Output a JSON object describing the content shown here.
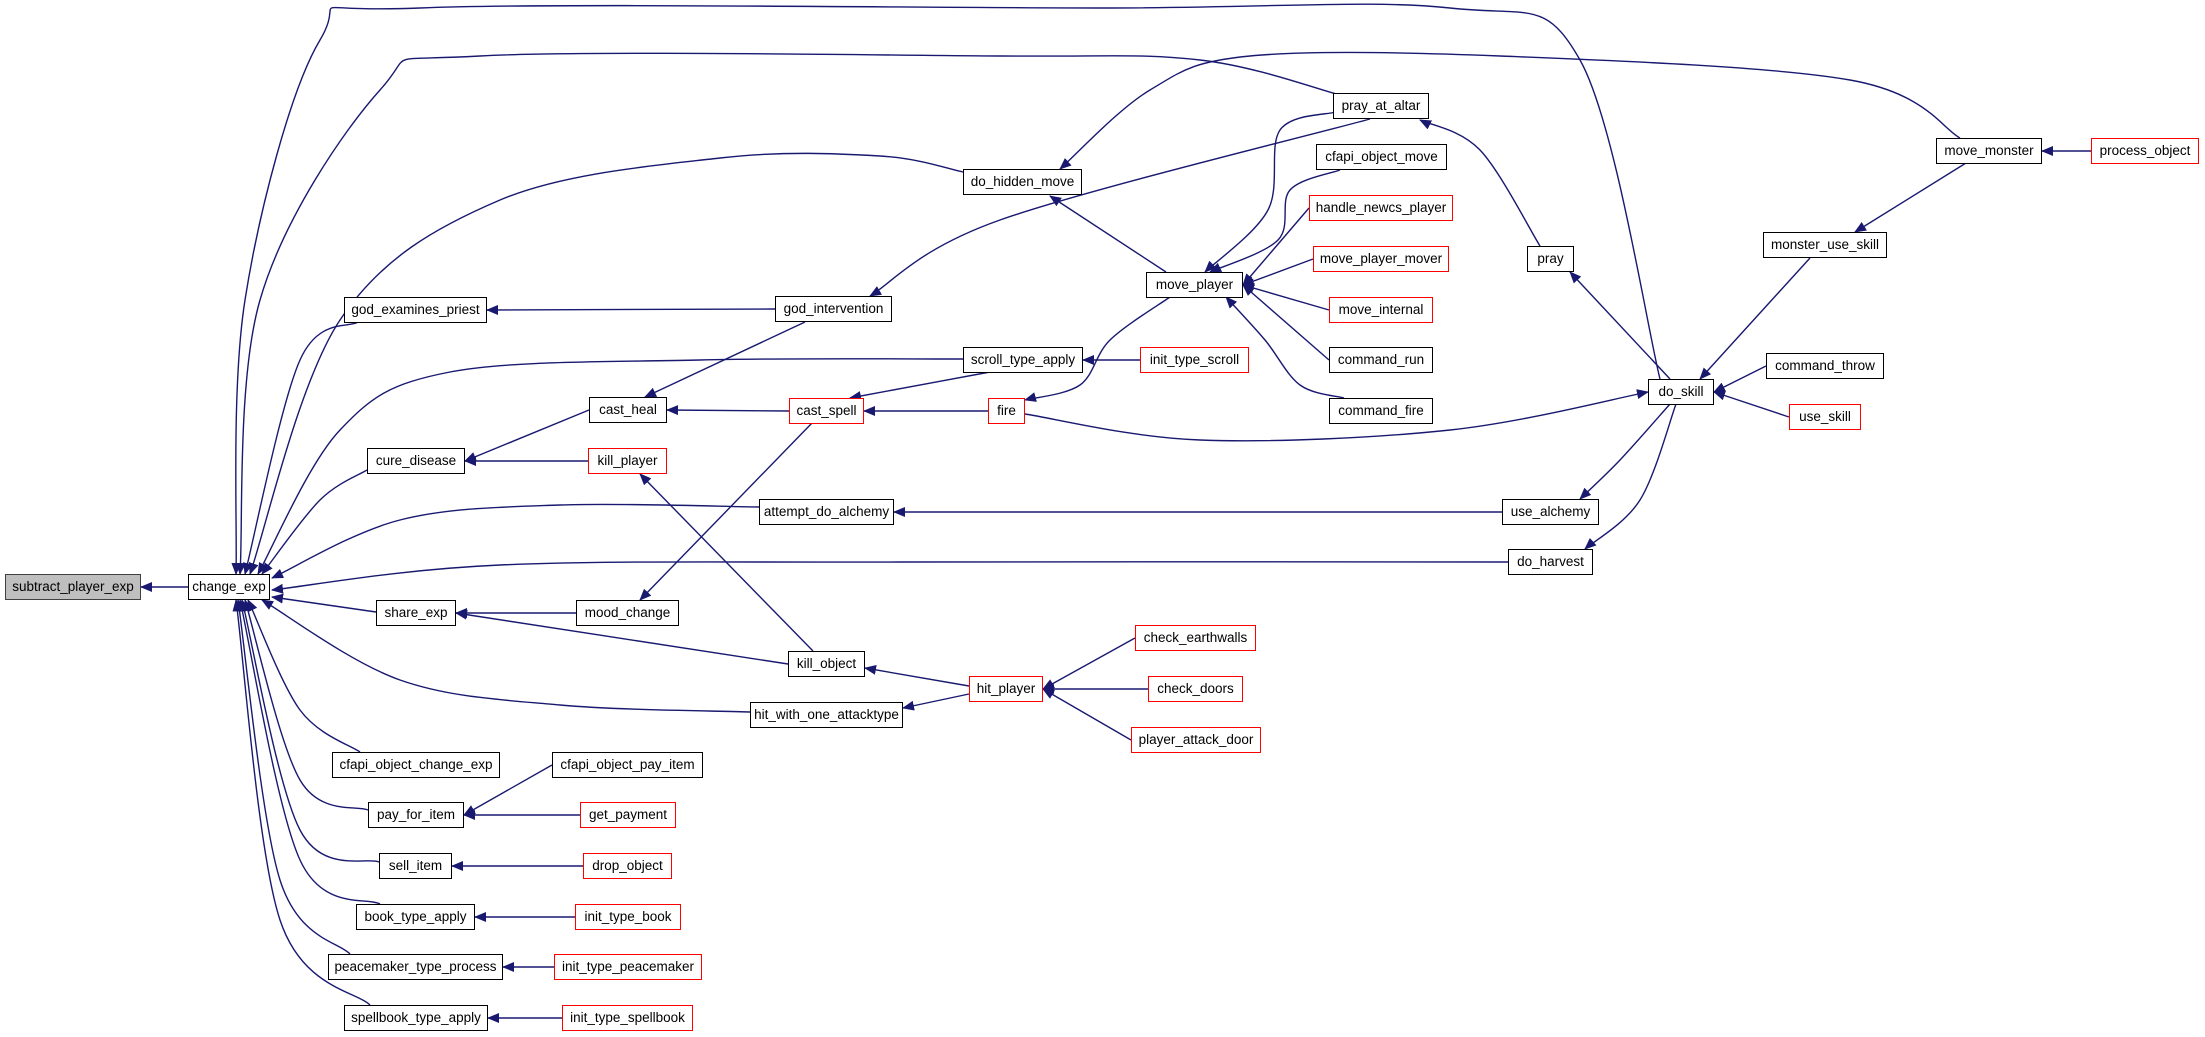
{
  "graph": {
    "title": "Caller graph of subtract_player_exp",
    "colors": {
      "edge": "#191970",
      "node_border": "#000000",
      "truncated_border": "#ff0000",
      "root_fill": "#bfbfbf",
      "background": "#ffffff"
    },
    "nodes": [
      {
        "id": "subtract_player_exp",
        "label": "subtract_player_exp",
        "kind": "root"
      },
      {
        "id": "change_exp",
        "label": "change_exp",
        "kind": "normal"
      },
      {
        "id": "god_examines_priest",
        "label": "god_examines_priest",
        "kind": "normal"
      },
      {
        "id": "cure_disease",
        "label": "cure_disease",
        "kind": "normal"
      },
      {
        "id": "share_exp",
        "label": "share_exp",
        "kind": "normal"
      },
      {
        "id": "cfapi_object_change_exp",
        "label": "cfapi_object_change_exp",
        "kind": "normal"
      },
      {
        "id": "pay_for_item",
        "label": "pay_for_item",
        "kind": "normal"
      },
      {
        "id": "sell_item",
        "label": "sell_item",
        "kind": "normal"
      },
      {
        "id": "book_type_apply",
        "label": "book_type_apply",
        "kind": "normal"
      },
      {
        "id": "peacemaker_type_process",
        "label": "peacemaker_type_process",
        "kind": "normal"
      },
      {
        "id": "spellbook_type_apply",
        "label": "spellbook_type_apply",
        "kind": "normal"
      },
      {
        "id": "cast_heal",
        "label": "cast_heal",
        "kind": "normal"
      },
      {
        "id": "kill_player",
        "label": "kill_player",
        "kind": "truncated"
      },
      {
        "id": "mood_change",
        "label": "mood_change",
        "kind": "normal"
      },
      {
        "id": "cfapi_object_pay_item",
        "label": "cfapi_object_pay_item",
        "kind": "normal"
      },
      {
        "id": "get_payment",
        "label": "get_payment",
        "kind": "truncated"
      },
      {
        "id": "drop_object",
        "label": "drop_object",
        "kind": "truncated"
      },
      {
        "id": "init_type_book",
        "label": "init_type_book",
        "kind": "truncated"
      },
      {
        "id": "init_type_peacemaker",
        "label": "init_type_peacemaker",
        "kind": "truncated"
      },
      {
        "id": "init_type_spellbook",
        "label": "init_type_spellbook",
        "kind": "truncated"
      },
      {
        "id": "do_hidden_move",
        "label": "do_hidden_move",
        "kind": "normal"
      },
      {
        "id": "god_intervention",
        "label": "god_intervention",
        "kind": "normal"
      },
      {
        "id": "scroll_type_apply",
        "label": "scroll_type_apply",
        "kind": "normal"
      },
      {
        "id": "cast_spell",
        "label": "cast_spell",
        "kind": "truncated"
      },
      {
        "id": "attempt_do_alchemy",
        "label": "attempt_do_alchemy",
        "kind": "normal"
      },
      {
        "id": "kill_object",
        "label": "kill_object",
        "kind": "normal"
      },
      {
        "id": "hit_with_one_attacktype",
        "label": "hit_with_one_attacktype",
        "kind": "normal"
      },
      {
        "id": "fire",
        "label": "fire",
        "kind": "truncated"
      },
      {
        "id": "hit_player",
        "label": "hit_player",
        "kind": "truncated"
      },
      {
        "id": "move_player",
        "label": "move_player",
        "kind": "normal"
      },
      {
        "id": "init_type_scroll",
        "label": "init_type_scroll",
        "kind": "truncated"
      },
      {
        "id": "check_earthwalls",
        "label": "check_earthwalls",
        "kind": "truncated"
      },
      {
        "id": "check_doors",
        "label": "check_doors",
        "kind": "truncated"
      },
      {
        "id": "player_attack_door",
        "label": "player_attack_door",
        "kind": "truncated"
      },
      {
        "id": "pray_at_altar",
        "label": "pray_at_altar",
        "kind": "normal"
      },
      {
        "id": "cfapi_object_move",
        "label": "cfapi_object_move",
        "kind": "normal"
      },
      {
        "id": "handle_newcs_player",
        "label": "handle_newcs_player",
        "kind": "truncated"
      },
      {
        "id": "move_player_mover",
        "label": "move_player_mover",
        "kind": "truncated"
      },
      {
        "id": "move_internal",
        "label": "move_internal",
        "kind": "truncated"
      },
      {
        "id": "command_run",
        "label": "command_run",
        "kind": "normal"
      },
      {
        "id": "command_fire",
        "label": "command_fire",
        "kind": "normal"
      },
      {
        "id": "pray",
        "label": "pray",
        "kind": "normal"
      },
      {
        "id": "do_skill",
        "label": "do_skill",
        "kind": "normal"
      },
      {
        "id": "use_alchemy",
        "label": "use_alchemy",
        "kind": "normal"
      },
      {
        "id": "do_harvest",
        "label": "do_harvest",
        "kind": "normal"
      },
      {
        "id": "command_throw",
        "label": "command_throw",
        "kind": "normal"
      },
      {
        "id": "use_skill",
        "label": "use_skill",
        "kind": "truncated"
      },
      {
        "id": "monster_use_skill",
        "label": "monster_use_skill",
        "kind": "normal"
      },
      {
        "id": "move_monster",
        "label": "move_monster",
        "kind": "normal"
      },
      {
        "id": "process_object",
        "label": "process_object",
        "kind": "truncated"
      }
    ],
    "edges": [
      {
        "caller": "change_exp",
        "callee": "subtract_player_exp"
      },
      {
        "caller": "do_skill",
        "callee": "change_exp"
      },
      {
        "caller": "pray_at_altar",
        "callee": "change_exp"
      },
      {
        "caller": "do_hidden_move",
        "callee": "change_exp"
      },
      {
        "caller": "god_examines_priest",
        "callee": "change_exp"
      },
      {
        "caller": "scroll_type_apply",
        "callee": "change_exp"
      },
      {
        "caller": "cure_disease",
        "callee": "change_exp"
      },
      {
        "caller": "attempt_do_alchemy",
        "callee": "change_exp"
      },
      {
        "caller": "do_harvest",
        "callee": "change_exp"
      },
      {
        "caller": "share_exp",
        "callee": "change_exp"
      },
      {
        "caller": "hit_with_one_attacktype",
        "callee": "change_exp"
      },
      {
        "caller": "cfapi_object_change_exp",
        "callee": "change_exp"
      },
      {
        "caller": "pay_for_item",
        "callee": "change_exp"
      },
      {
        "caller": "sell_item",
        "callee": "change_exp"
      },
      {
        "caller": "book_type_apply",
        "callee": "change_exp"
      },
      {
        "caller": "peacemaker_type_process",
        "callee": "change_exp"
      },
      {
        "caller": "spellbook_type_apply",
        "callee": "change_exp"
      },
      {
        "caller": "god_intervention",
        "callee": "god_examines_priest"
      },
      {
        "caller": "cast_heal",
        "callee": "cure_disease"
      },
      {
        "caller": "kill_player",
        "callee": "cure_disease"
      },
      {
        "caller": "mood_change",
        "callee": "share_exp"
      },
      {
        "caller": "kill_object",
        "callee": "share_exp"
      },
      {
        "caller": "cfapi_object_pay_item",
        "callee": "pay_for_item"
      },
      {
        "caller": "get_payment",
        "callee": "pay_for_item"
      },
      {
        "caller": "drop_object",
        "callee": "sell_item"
      },
      {
        "caller": "init_type_book",
        "callee": "book_type_apply"
      },
      {
        "caller": "init_type_peacemaker",
        "callee": "peacemaker_type_process"
      },
      {
        "caller": "init_type_spellbook",
        "callee": "spellbook_type_apply"
      },
      {
        "caller": "god_intervention",
        "callee": "cast_heal"
      },
      {
        "caller": "cast_spell",
        "callee": "cast_heal"
      },
      {
        "caller": "kill_object",
        "callee": "kill_player"
      },
      {
        "caller": "cast_spell",
        "callee": "mood_change"
      },
      {
        "caller": "pray_at_altar",
        "callee": "god_intervention"
      },
      {
        "caller": "move_monster",
        "callee": "do_hidden_move"
      },
      {
        "caller": "move_player",
        "callee": "do_hidden_move"
      },
      {
        "caller": "init_type_scroll",
        "callee": "scroll_type_apply"
      },
      {
        "caller": "scroll_type_apply",
        "callee": "cast_spell"
      },
      {
        "caller": "fire",
        "callee": "cast_spell"
      },
      {
        "caller": "use_alchemy",
        "callee": "attempt_do_alchemy"
      },
      {
        "caller": "hit_player",
        "callee": "kill_object"
      },
      {
        "caller": "hit_player",
        "callee": "hit_with_one_attacktype"
      },
      {
        "caller": "move_player",
        "callee": "fire"
      },
      {
        "caller": "fire",
        "callee": "do_skill"
      },
      {
        "caller": "check_earthwalls",
        "callee": "hit_player"
      },
      {
        "caller": "check_doors",
        "callee": "hit_player"
      },
      {
        "caller": "player_attack_door",
        "callee": "hit_player"
      },
      {
        "caller": "pray_at_altar",
        "callee": "move_player"
      },
      {
        "caller": "cfapi_object_move",
        "callee": "move_player"
      },
      {
        "caller": "handle_newcs_player",
        "callee": "move_player"
      },
      {
        "caller": "move_player_mover",
        "callee": "move_player"
      },
      {
        "caller": "move_internal",
        "callee": "move_player"
      },
      {
        "caller": "command_run",
        "callee": "move_player"
      },
      {
        "caller": "command_fire",
        "callee": "move_player"
      },
      {
        "caller": "pray",
        "callee": "pray_at_altar"
      },
      {
        "caller": "do_skill",
        "callee": "pray"
      },
      {
        "caller": "do_skill",
        "callee": "use_alchemy"
      },
      {
        "caller": "do_skill",
        "callee": "do_harvest"
      },
      {
        "caller": "monster_use_skill",
        "callee": "do_skill"
      },
      {
        "caller": "command_throw",
        "callee": "do_skill"
      },
      {
        "caller": "use_skill",
        "callee": "do_skill"
      },
      {
        "caller": "move_monster",
        "callee": "monster_use_skill"
      },
      {
        "caller": "process_object",
        "callee": "move_monster"
      }
    ]
  }
}
